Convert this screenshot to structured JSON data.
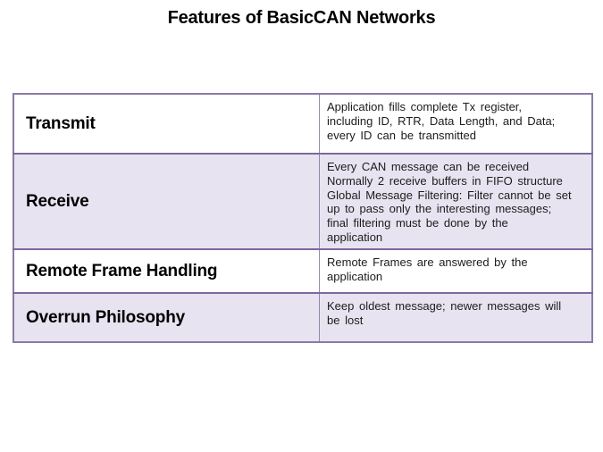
{
  "slide": {
    "title": "Features of BasicCAN Networks"
  },
  "colors": {
    "table_outer_border": "#8a7aa5",
    "row_divider": "#7d689e",
    "column_divider": "#958ba8",
    "alt_row_background": "#e8e3f0",
    "row_background": "#ffffff",
    "title_text": "#000000",
    "body_text": "#1c1c1c"
  },
  "table": {
    "columns": [
      "feature",
      "description"
    ],
    "rows": [
      {
        "feature": "Transmit",
        "description": "Application fills complete Tx register,\nincluding ID, RTR, Data Length, and Data;\nevery ID can be transmitted"
      },
      {
        "feature": "Receive",
        "description": "Every CAN message can be received\nNormally 2 receive buffers in FIFO structure\nGlobal Message Filtering: Filter cannot be set\nup to pass only the interesting messages;\nfinal filtering must be done by the\napplication"
      },
      {
        "feature": "Remote Frame Handling",
        "description": "Remote Frames are answered by the\napplication"
      },
      {
        "feature": "Overrun Philosophy",
        "description": "Keep oldest message; newer messages will\nbe lost"
      }
    ]
  }
}
